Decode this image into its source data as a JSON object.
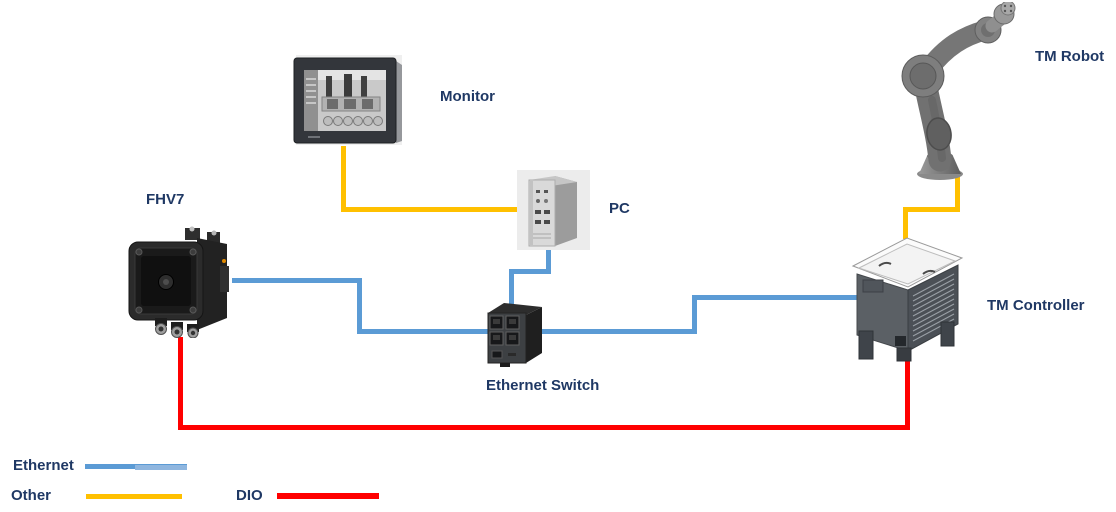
{
  "nodes": {
    "monitor": {
      "label": "Monitor"
    },
    "pc": {
      "label": "PC"
    },
    "fhv7": {
      "label": "FHV7"
    },
    "ethernet_switch": {
      "label": "Ethernet Switch"
    },
    "tm_controller": {
      "label": "TM Controller"
    },
    "tm_robot": {
      "label": "TM Robot"
    }
  },
  "legend": {
    "ethernet": {
      "label": "Ethernet",
      "color": "#5B9BD5"
    },
    "other": {
      "label": "Other",
      "color": "#FFC000"
    },
    "dio": {
      "label": "DIO",
      "color": "#FF0000"
    }
  },
  "connections": [
    {
      "from": "Monitor",
      "to": "PC",
      "type": "Other"
    },
    {
      "from": "PC",
      "to": "Ethernet Switch",
      "type": "Ethernet"
    },
    {
      "from": "FHV7",
      "to": "Ethernet Switch",
      "type": "Ethernet"
    },
    {
      "from": "Ethernet Switch",
      "to": "TM Controller",
      "type": "Ethernet"
    },
    {
      "from": "TM Robot",
      "to": "TM Controller",
      "type": "Other"
    },
    {
      "from": "FHV7",
      "to": "TM Controller",
      "type": "DIO"
    }
  ],
  "colors": {
    "ethernet_line": "#5B9BD5",
    "other_line": "#FFC000",
    "dio_line": "#FF0000",
    "label_text": "#1F3864",
    "background": "#FFFFFF"
  }
}
